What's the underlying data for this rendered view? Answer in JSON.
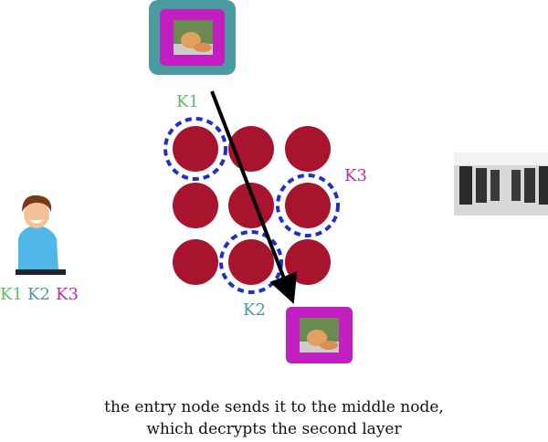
{
  "labels": {
    "k1": "K1",
    "k2": "K2",
    "k3": "K3"
  },
  "user_keys": [
    "K1",
    "K2",
    "K3"
  ],
  "caption": {
    "line1": "the entry node sends it to the middle node,",
    "line2": "which decrypts the second layer"
  },
  "colors": {
    "k1": "#5fbf5f",
    "k2": "#4a9a9e",
    "k3": "#c02cb0",
    "node": "#a8132e",
    "dashed": "#1f2fc8",
    "outer_layer": "#4a9a9f",
    "inner_layer": "#c21fc0"
  }
}
